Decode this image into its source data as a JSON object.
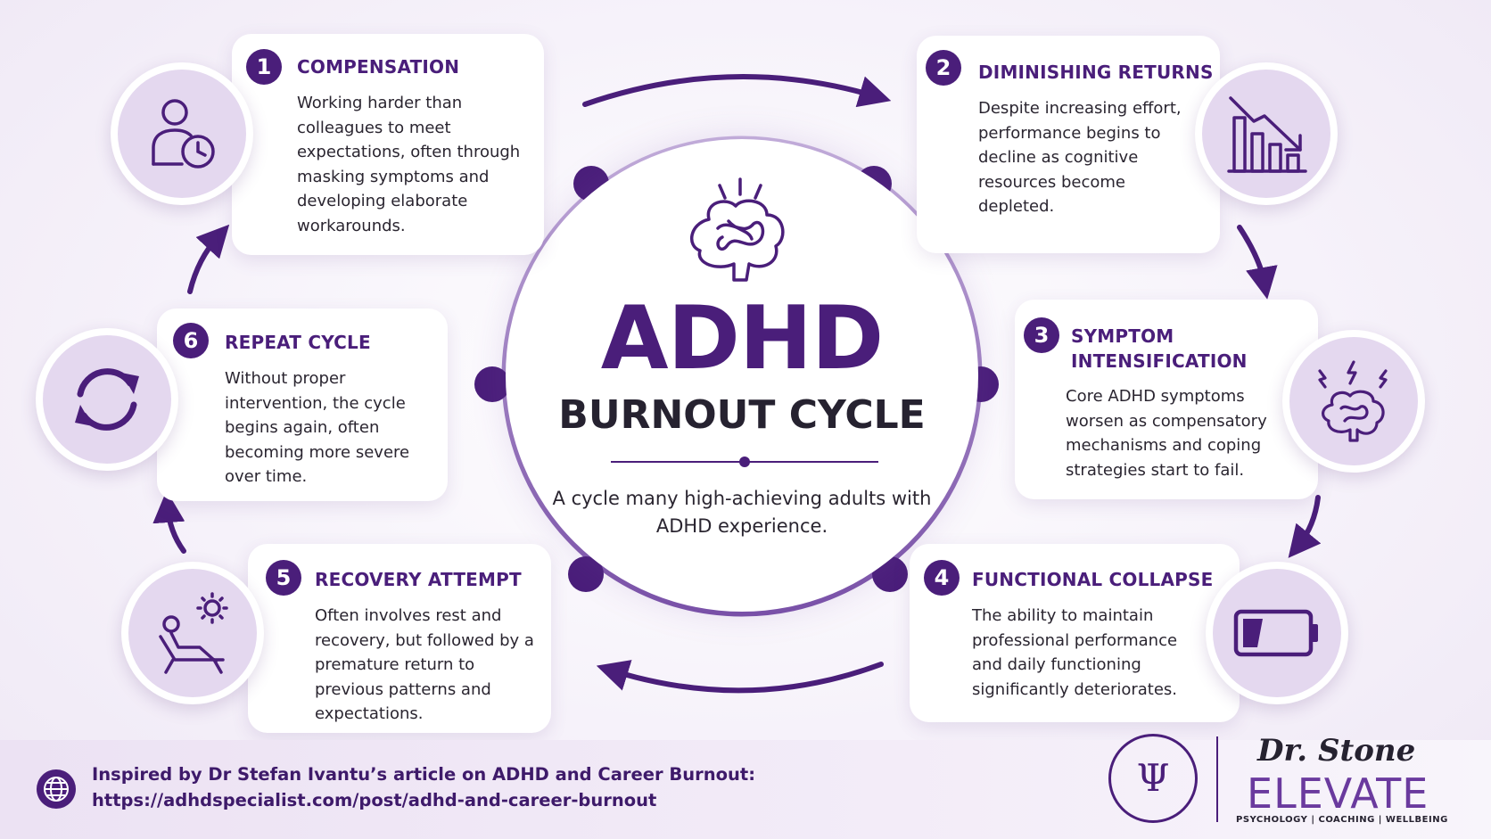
{
  "center": {
    "title": "ADHD",
    "subtitle": "BURNOUT CYCLE",
    "description": "A cycle many high-achieving adults with ADHD experience."
  },
  "steps": [
    {
      "number": "1",
      "title": "COMPENSATION",
      "desc": "Working harder than colleagues to meet expectations, often through masking symptoms and developing elaborate workarounds.",
      "icon": "person-clock-icon"
    },
    {
      "number": "2",
      "title": "DIMINISHING RETURNS",
      "desc": "Despite increasing effort, performance begins to decline as cognitive resources become depleted.",
      "icon": "declining-chart-icon"
    },
    {
      "number": "3",
      "title": "SYMPTOM INTENSIFICATION",
      "desc": "Core ADHD symptoms worsen as compensatory mechanisms and coping strategies start to fail.",
      "icon": "brain-lightning-icon"
    },
    {
      "number": "4",
      "title": "FUNCTIONAL COLLAPSE",
      "desc": "The ability to maintain professional performance and daily functioning significantly deteriorates.",
      "icon": "low-battery-icon"
    },
    {
      "number": "5",
      "title": "RECOVERY ATTEMPT",
      "desc": "Often involves rest and recovery, but followed by a premature return to previous patterns and expectations.",
      "icon": "lounge-chair-sun-icon"
    },
    {
      "number": "6",
      "title": "REPEAT CYCLE",
      "desc": "Without proper intervention, the cycle begins again, often becoming more severe over time.",
      "icon": "refresh-cycle-icon"
    }
  ],
  "footer": {
    "line1": "Inspired by Dr Stefan Ivantu’s article on ADHD and Career Burnout:",
    "line2": "https://adhdspecialist.com/post/adhd-and-career-burnout",
    "icon": "globe-icon"
  },
  "brand": {
    "signature": "Dr. Stone",
    "name": "ELEVATE",
    "tagline": "PSYCHOLOGY | COACHING | WELLBEING",
    "symbol": "Ψ"
  },
  "colors": {
    "primary": "#4a1e7a",
    "ring": "#9a7cc0",
    "icon_bg": "#e4d8ef",
    "text": "#262230"
  }
}
